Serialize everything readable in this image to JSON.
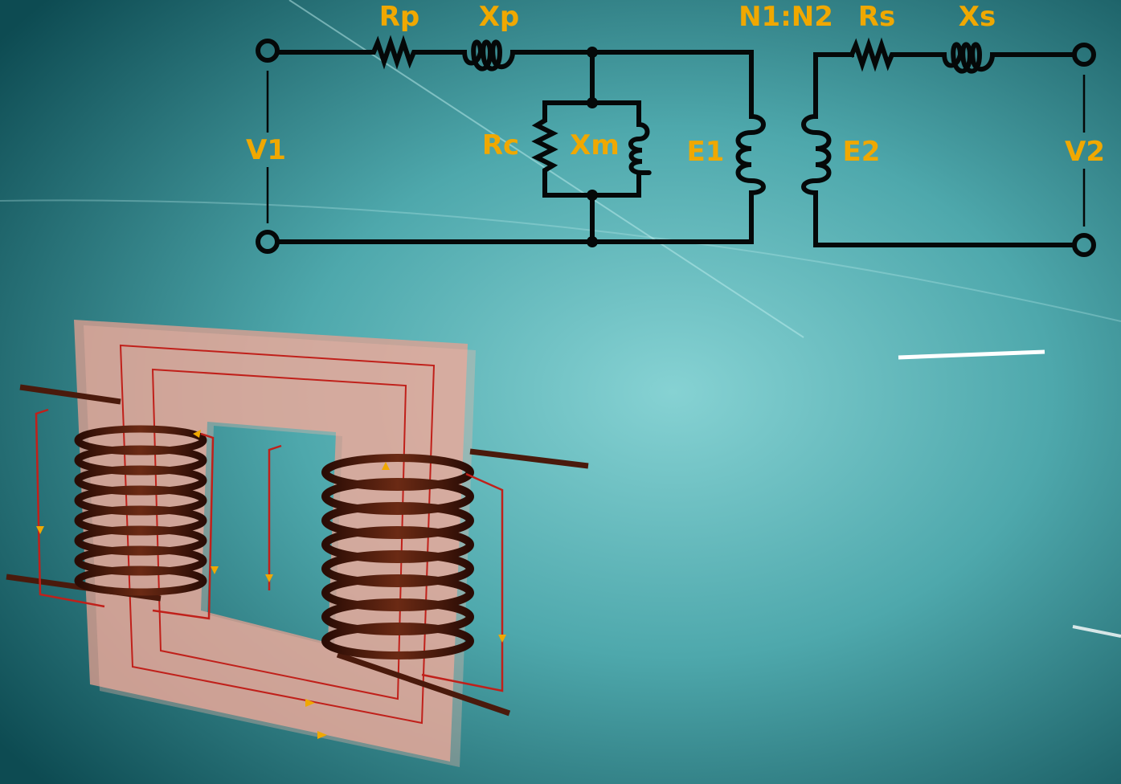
{
  "diagram": {
    "title": "Transformer equivalent circuit",
    "labels": {
      "rp": "Rp",
      "xp": "Xp",
      "ratio": "N1:N2",
      "rs": "Rs",
      "xs": "Xs",
      "v1": "V1",
      "rc": "Rc",
      "xm": "Xm",
      "e1": "E1",
      "e2": "E2",
      "v2": "V2"
    },
    "colors": {
      "label": "#f0a800",
      "wire": "#050808",
      "core": "#e8a090",
      "coil": "#4a1a0c",
      "flux": "#c0201a"
    }
  }
}
